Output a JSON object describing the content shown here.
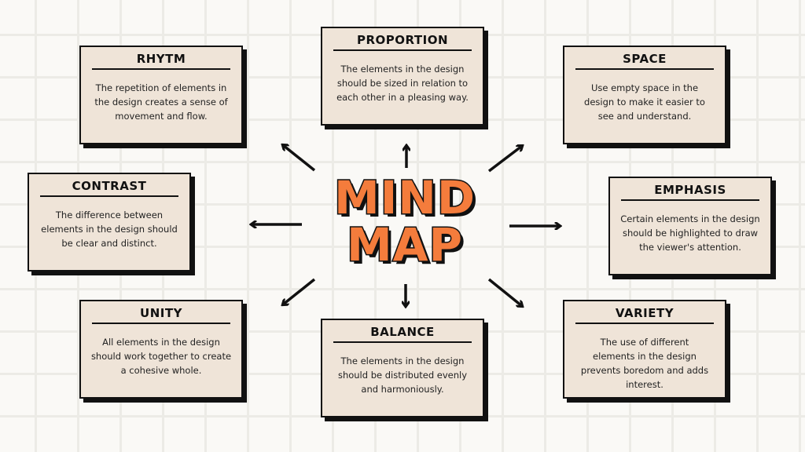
{
  "title": {
    "line1": "MIND",
    "line2": "MAP"
  },
  "colors": {
    "accent": "#f47c3c",
    "card": "#efe4d8",
    "ink": "#111111"
  },
  "nodes": [
    {
      "id": "rhytm",
      "title": "RHYTM",
      "text": "The repetition of elements in the design creates a sense of movement and flow."
    },
    {
      "id": "proportion",
      "title": "PROPORTION",
      "text": "The elements in the design should be sized in relation to each other in a pleasing way."
    },
    {
      "id": "space",
      "title": "SPACE",
      "text": "Use empty space in the design to make it easier to see and understand."
    },
    {
      "id": "contrast",
      "title": "CONTRAST",
      "text": "The difference between elements in the design should be clear and distinct."
    },
    {
      "id": "emphasis",
      "title": "EMPHASIS",
      "text": "Certain elements in the design should be highlighted to draw the viewer's attention."
    },
    {
      "id": "unity",
      "title": "UNITY",
      "text": "All elements in the design should work together to create a cohesive whole."
    },
    {
      "id": "balance",
      "title": "BALANCE",
      "text": "The elements in the design should be distributed evenly and harmoniously."
    },
    {
      "id": "variety",
      "title": "VARIETY",
      "text": "The use of different elements in the design prevents boredom and adds interest."
    }
  ]
}
